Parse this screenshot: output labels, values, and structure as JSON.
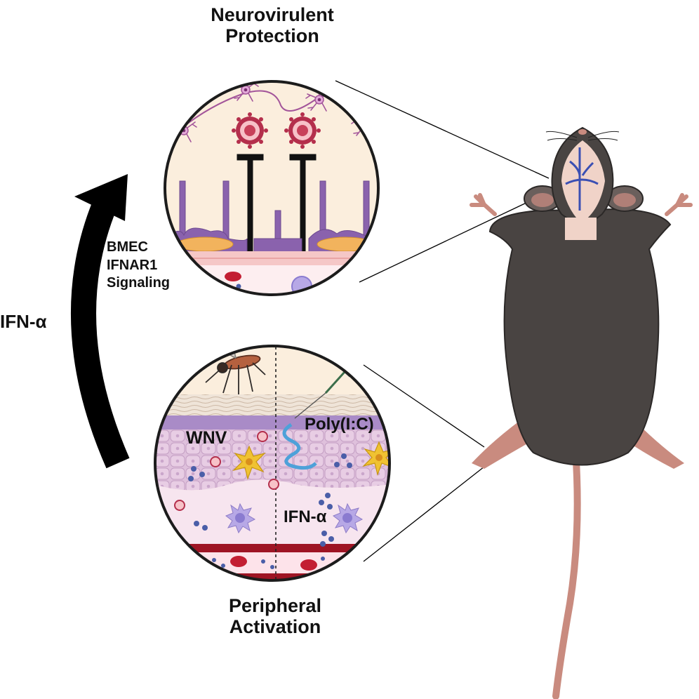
{
  "diagram": {
    "title_top": [
      "Neurovirulent",
      "Protection"
    ],
    "title_bottom": [
      "Peripheral",
      "Activation"
    ],
    "left_arrow_label": "IFN-α",
    "arrow_side_label": [
      "BMEC",
      "IFNAR1",
      "Signaling"
    ],
    "bottom_panel": {
      "left_label": "WNV",
      "right_label_top": "Poly(I:C)",
      "right_label_bottom": "IFN-α"
    }
  },
  "colors": {
    "skin_bg": "#fbeedd",
    "tissue_purple": "#d7b4d8",
    "endothelium_purple": "#8a62ad",
    "virus_red": "#b42f4c",
    "blood_red": "#c31f33",
    "mouse_fur": "#494442",
    "mouse_skin": "#c98b7f",
    "dc_yellow": "#f0c232",
    "immune_cell_purple": "#b7a8e6",
    "arrow_black": "#000000"
  }
}
